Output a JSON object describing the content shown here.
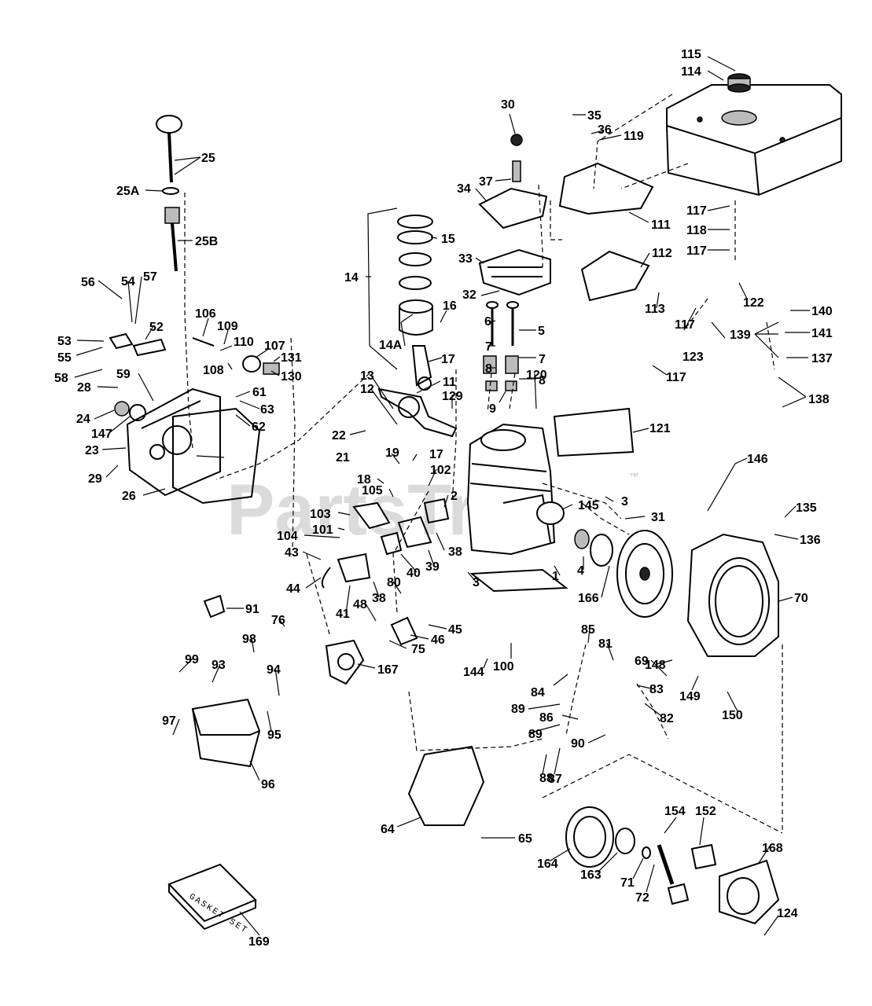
{
  "watermark": {
    "text": "PartsTree",
    "mark": "™"
  },
  "gasket_kit_label": "GASKET SET",
  "labels": [
    {
      "id": "115",
      "text": "115"
    },
    {
      "id": "114",
      "text": "114"
    },
    {
      "id": "35",
      "text": "35"
    },
    {
      "id": "36",
      "text": "36"
    },
    {
      "id": "119",
      "text": "119"
    },
    {
      "id": "30",
      "text": "30"
    },
    {
      "id": "25",
      "text": "25"
    },
    {
      "id": "25A",
      "text": "25A"
    },
    {
      "id": "25B",
      "text": "25B"
    },
    {
      "id": "37",
      "text": "37"
    },
    {
      "id": "34",
      "text": "34"
    },
    {
      "id": "117a",
      "text": "117"
    },
    {
      "id": "118",
      "text": "118"
    },
    {
      "id": "117b",
      "text": "117"
    },
    {
      "id": "111",
      "text": "111"
    },
    {
      "id": "15",
      "text": "15"
    },
    {
      "id": "14",
      "text": "14"
    },
    {
      "id": "33",
      "text": "33"
    },
    {
      "id": "112",
      "text": "112"
    },
    {
      "id": "56",
      "text": "56"
    },
    {
      "id": "54",
      "text": "54"
    },
    {
      "id": "57",
      "text": "57"
    },
    {
      "id": "32",
      "text": "32"
    },
    {
      "id": "122",
      "text": "122"
    },
    {
      "id": "140",
      "text": "140"
    },
    {
      "id": "113",
      "text": "113"
    },
    {
      "id": "16",
      "text": "16"
    },
    {
      "id": "6",
      "text": "6"
    },
    {
      "id": "5",
      "text": "5"
    },
    {
      "id": "139",
      "text": "139"
    },
    {
      "id": "141",
      "text": "141"
    },
    {
      "id": "53",
      "text": "53"
    },
    {
      "id": "52",
      "text": "52"
    },
    {
      "id": "106",
      "text": "106"
    },
    {
      "id": "14A",
      "text": "14A"
    },
    {
      "id": "109",
      "text": "109"
    },
    {
      "id": "117c",
      "text": "117"
    },
    {
      "id": "55",
      "text": "55"
    },
    {
      "id": "110",
      "text": "110"
    },
    {
      "id": "107",
      "text": "107"
    },
    {
      "id": "7a",
      "text": "7"
    },
    {
      "id": "7b",
      "text": "7"
    },
    {
      "id": "123",
      "text": "123"
    },
    {
      "id": "137",
      "text": "137"
    },
    {
      "id": "131",
      "text": "131"
    },
    {
      "id": "58",
      "text": "58"
    },
    {
      "id": "108",
      "text": "108"
    },
    {
      "id": "130",
      "text": "130"
    },
    {
      "id": "17a",
      "text": "17"
    },
    {
      "id": "8a",
      "text": "8"
    },
    {
      "id": "8b",
      "text": "8"
    },
    {
      "id": "117d",
      "text": "117"
    },
    {
      "id": "13",
      "text": "13"
    },
    {
      "id": "28",
      "text": "28"
    },
    {
      "id": "59",
      "text": "59"
    },
    {
      "id": "12",
      "text": "12"
    },
    {
      "id": "11",
      "text": "11"
    },
    {
      "id": "61",
      "text": "61"
    },
    {
      "id": "9",
      "text": "9"
    },
    {
      "id": "120",
      "text": "120"
    },
    {
      "id": "138",
      "text": "138"
    },
    {
      "id": "129",
      "text": "129"
    },
    {
      "id": "63",
      "text": "63"
    },
    {
      "id": "24",
      "text": "24"
    },
    {
      "id": "121",
      "text": "121"
    },
    {
      "id": "147",
      "text": "147"
    },
    {
      "id": "62",
      "text": "62"
    },
    {
      "id": "22",
      "text": "22"
    },
    {
      "id": "23",
      "text": "23"
    },
    {
      "id": "146",
      "text": "146"
    },
    {
      "id": "21",
      "text": "21"
    },
    {
      "id": "19",
      "text": "19"
    },
    {
      "id": "17b",
      "text": "17"
    },
    {
      "id": "29",
      "text": "29"
    },
    {
      "id": "102",
      "text": "102"
    },
    {
      "id": "18",
      "text": "18"
    },
    {
      "id": "26",
      "text": "26"
    },
    {
      "id": "105",
      "text": "105"
    },
    {
      "id": "2",
      "text": "2"
    },
    {
      "id": "145",
      "text": "145"
    },
    {
      "id": "3a",
      "text": "3"
    },
    {
      "id": "135",
      "text": "135"
    },
    {
      "id": "103",
      "text": "103"
    },
    {
      "id": "31",
      "text": "31"
    },
    {
      "id": "101",
      "text": "101"
    },
    {
      "id": "136",
      "text": "136"
    },
    {
      "id": "104",
      "text": "104"
    },
    {
      "id": "38a",
      "text": "38"
    },
    {
      "id": "43",
      "text": "43"
    },
    {
      "id": "39",
      "text": "39"
    },
    {
      "id": "4",
      "text": "4"
    },
    {
      "id": "1",
      "text": "1"
    },
    {
      "id": "40",
      "text": "40"
    },
    {
      "id": "3b",
      "text": "3"
    },
    {
      "id": "80",
      "text": "80"
    },
    {
      "id": "44",
      "text": "44"
    },
    {
      "id": "38b",
      "text": "38"
    },
    {
      "id": "166",
      "text": "166"
    },
    {
      "id": "70",
      "text": "70"
    },
    {
      "id": "41",
      "text": "41"
    },
    {
      "id": "91",
      "text": "91"
    },
    {
      "id": "48",
      "text": "48"
    },
    {
      "id": "45",
      "text": "45"
    },
    {
      "id": "85",
      "text": "85"
    },
    {
      "id": "76",
      "text": "76"
    },
    {
      "id": "46",
      "text": "46"
    },
    {
      "id": "98",
      "text": "98"
    },
    {
      "id": "75",
      "text": "75"
    },
    {
      "id": "148",
      "text": "148"
    },
    {
      "id": "81",
      "text": "81"
    },
    {
      "id": "69",
      "text": "69"
    },
    {
      "id": "99",
      "text": "99"
    },
    {
      "id": "93",
      "text": "93"
    },
    {
      "id": "94",
      "text": "94"
    },
    {
      "id": "144",
      "text": "144"
    },
    {
      "id": "100",
      "text": "100"
    },
    {
      "id": "167",
      "text": "167"
    },
    {
      "id": "84",
      "text": "84"
    },
    {
      "id": "83",
      "text": "83"
    },
    {
      "id": "149",
      "text": "149"
    },
    {
      "id": "89a",
      "text": "89"
    },
    {
      "id": "86",
      "text": "86"
    },
    {
      "id": "150",
      "text": "150"
    },
    {
      "id": "82",
      "text": "82"
    },
    {
      "id": "97",
      "text": "97"
    },
    {
      "id": "95",
      "text": "95"
    },
    {
      "id": "89b",
      "text": "89"
    },
    {
      "id": "90",
      "text": "90"
    },
    {
      "id": "96",
      "text": "96"
    },
    {
      "id": "88",
      "text": "88"
    },
    {
      "id": "87",
      "text": "87"
    },
    {
      "id": "154",
      "text": "154"
    },
    {
      "id": "152",
      "text": "152"
    },
    {
      "id": "64",
      "text": "64"
    },
    {
      "id": "65",
      "text": "65"
    },
    {
      "id": "168",
      "text": "168"
    },
    {
      "id": "164",
      "text": "164"
    },
    {
      "id": "163",
      "text": "163"
    },
    {
      "id": "71",
      "text": "71"
    },
    {
      "id": "72",
      "text": "72"
    },
    {
      "id": "124",
      "text": "124"
    },
    {
      "id": "169",
      "text": "169"
    }
  ]
}
